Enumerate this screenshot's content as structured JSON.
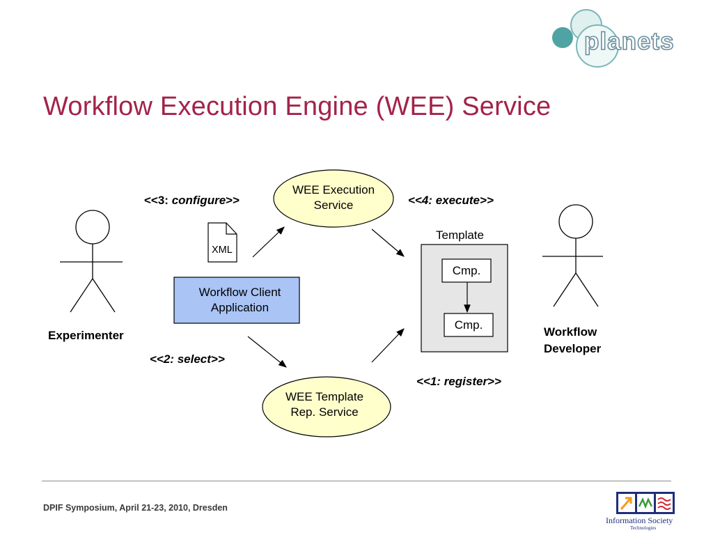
{
  "slide": {
    "title": "Workflow Execution Engine (WEE) Service",
    "footer": "DPIF Symposium, April 21-23, 2010, Dresden"
  },
  "logos": {
    "planets_text": "planets",
    "ist_text": "Information Society",
    "ist_subtext": "Technologies"
  },
  "diagram": {
    "actors": {
      "experimenter": "Experimenter",
      "developer_line1": "Workflow",
      "developer_line2": "Developer"
    },
    "nodes": {
      "execution_service_line1": "WEE Execution",
      "execution_service_line2": "Service",
      "template_service_line1": "WEE Template",
      "template_service_line2": "Rep. Service",
      "client_line1": "Workflow Client",
      "client_line2": "Application",
      "xml_doc": "XML",
      "template_label": "Template",
      "component_1": "Cmp.",
      "component_2": "Cmp."
    },
    "steps": {
      "configure_prefix": "<<3: ",
      "configure_word": "configure",
      "configure_suffix": ">>",
      "execute": "<<4: execute>>",
      "select": "<<2: select>>",
      "register": "<<1: register>>"
    }
  },
  "colors": {
    "title": "#a3234a",
    "ellipse_fill": "#ffffcc",
    "client_fill": "#a9c4f5",
    "template_fill": "#e6e6e6",
    "logo_teal": "#4fa3a3"
  }
}
